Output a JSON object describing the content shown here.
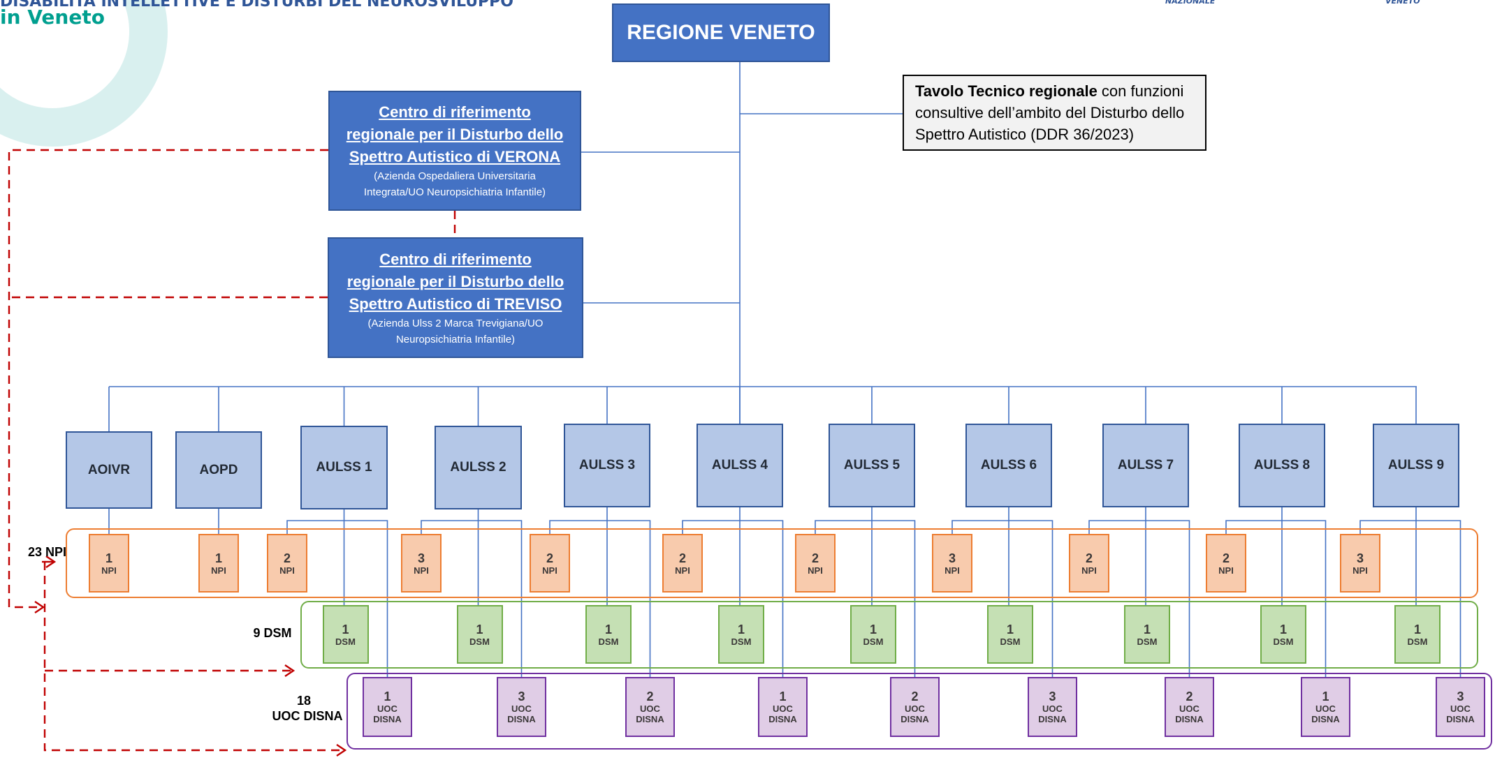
{
  "header": {
    "title": "DISABILITÀ INTELLETTIVE E DISTURBI DEL NEUROSVILUPPO",
    "subtitle": "in Veneto",
    "logo_left_text": "NAZIONALE",
    "logo_right_text": "VENETO"
  },
  "colors": {
    "dark_box": "#4472c4",
    "unit_box": "#b4c7e7",
    "npi": "#f8cbad",
    "dsm": "#c5e0b4",
    "disna": "#e0cde6",
    "dashed_arrow": "#c00000"
  },
  "root": {
    "label": "REGIONE VENETO"
  },
  "tavolo": {
    "bold": "Tavolo Tecnico regionale",
    "text": " con funzioni consultive dell’ambito del Disturbo dello Spettro Autistico (DDR 36/2023)"
  },
  "centers": [
    {
      "title_lines": [
        "Centro di riferimento",
        "regionale per il Disturbo dello",
        "Spettro Autistico di VERONA"
      ],
      "sub_lines": [
        "(Azienda Ospedaliera Universitaria",
        "Integrata/UO Neuropsichiatria Infantile)"
      ]
    },
    {
      "title_lines": [
        "Centro di riferimento",
        "regionale per il Disturbo dello",
        "Spettro Autistico di TREVISO"
      ],
      "sub_lines": [
        "(Azienda Ulss 2 Marca Trevigiana/UO",
        "Neuropsichiatria Infantile)"
      ]
    }
  ],
  "units": [
    {
      "label": "AOIVR",
      "npi": "1",
      "dsm": null,
      "disna": null
    },
    {
      "label": "AOPD",
      "npi": "1",
      "dsm": null,
      "disna": null
    },
    {
      "label": "AULSS 1",
      "npi": "2",
      "dsm": "1",
      "disna": "1"
    },
    {
      "label": "AULSS 2",
      "npi": "3",
      "dsm": "1",
      "disna": "3"
    },
    {
      "label": "AULSS 3",
      "npi": "2",
      "dsm": "1",
      "disna": "2"
    },
    {
      "label": "AULSS 4",
      "npi": "2",
      "dsm": "1",
      "disna": "1"
    },
    {
      "label": "AULSS 5",
      "npi": "2",
      "dsm": "1",
      "disna": "2"
    },
    {
      "label": "AULSS 6",
      "npi": "3",
      "dsm": "1",
      "disna": "3"
    },
    {
      "label": "AULSS 7",
      "npi": "2",
      "dsm": "1",
      "disna": "2"
    },
    {
      "label": "AULSS 8",
      "npi": "2",
      "dsm": "1",
      "disna": "1"
    },
    {
      "label": "AULSS 9",
      "npi": "3",
      "dsm": "1",
      "disna": "3"
    }
  ],
  "service_labels": {
    "npi": "NPI",
    "dsm": "DSM",
    "disna_line1": "UOC",
    "disna_line2": "DISNA"
  },
  "totals": {
    "npi": "23 NPI",
    "dsm": "9 DSM",
    "disna_line1": "18",
    "disna_line2": "UOC DISNA"
  }
}
